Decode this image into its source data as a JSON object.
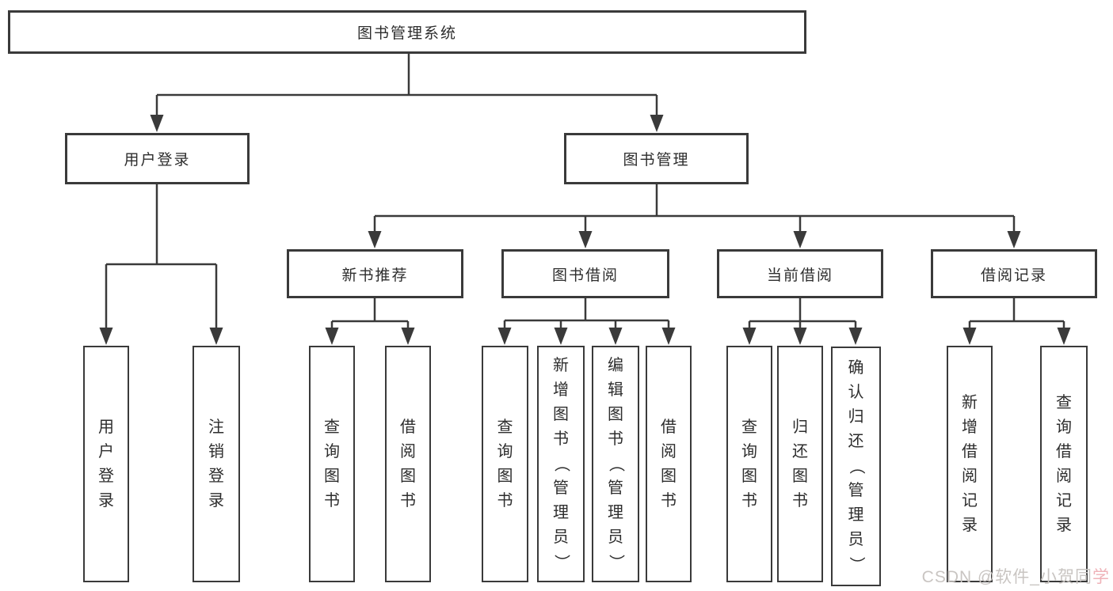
{
  "diagram": {
    "title": "图书管理系统",
    "nodes": {
      "root": "图书管理系统",
      "level2": {
        "user_login": "用户登录",
        "book_management": "图书管理"
      },
      "level3": {
        "new_book_recommend": "新书推荐",
        "book_borrow": "图书借阅",
        "current_borrow": "当前借阅",
        "borrow_records": "借阅记录"
      },
      "leaves": [
        "用户登录",
        "注销登录",
        "查询图书",
        "借阅图书",
        "查询图书",
        "新增图书（管理员）",
        "编辑图书（管理员）",
        "借阅图书",
        "查询图书",
        "归还图书",
        "确认归还（管理员）",
        "新增借阅记录",
        "查询借阅记录"
      ]
    },
    "colors": {
      "line": "#3a3a3a",
      "box_border": "#3a3a3a",
      "text": "#2d2d2d",
      "background": "#ffffff"
    }
  },
  "watermark": {
    "gray_part": "CSDN @软件_小贺同",
    "pink_part": "学"
  }
}
